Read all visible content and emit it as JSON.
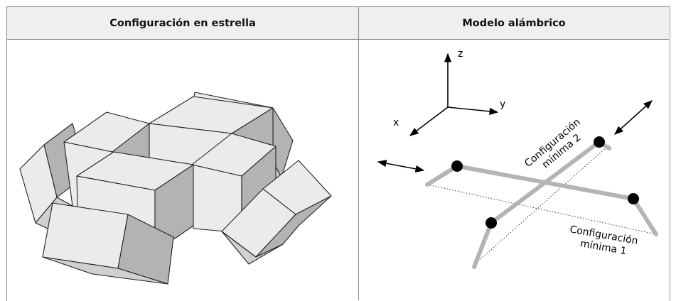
{
  "table": {
    "headers": [
      "Configuración en estrella",
      "Modelo alámbrico"
    ]
  },
  "wireframe": {
    "axis_labels": {
      "x": "x",
      "y": "y",
      "z": "z"
    },
    "label_config2_line1": "Configuración",
    "label_config2_line2": "mínima 2",
    "label_config1_line1": "Configuración",
    "label_config1_line2": "mínima 1"
  },
  "colors": {
    "header_bg": "#efefef",
    "border": "#8c8c8c",
    "cube_light": "#ebebeb",
    "cube_dark": "#b3b3b3",
    "rod": "#b4b4b4",
    "joint": "#000000"
  }
}
